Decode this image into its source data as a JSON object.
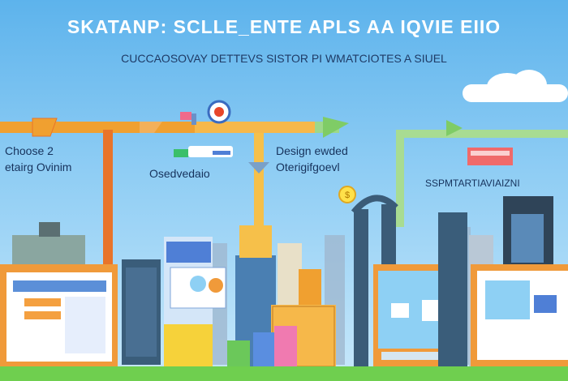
{
  "header": {
    "title": "SKATANP: SCLLE_ENTE APLS AA IQVIE EIIO",
    "subtitle": "CUCCAOSOVAY DETTEVS SISTOR PI WMATCIOTES A SIUEL"
  },
  "steps": [
    {
      "label_line1": "Choose 2",
      "label_line2": "etairg Ovinim"
    },
    {
      "label": "Osedvedaio"
    },
    {
      "label_line1": "Design ewded",
      "label_line2": "Oterigifgoevl"
    },
    {
      "label": "SSPMTARTIAVIAIZNI"
    }
  ],
  "colors": {
    "sky_top": "#5db3ec",
    "pipe_orange": "#f0a030",
    "pipe_dark_orange": "#e8742a",
    "pipe_green": "#8fd07a",
    "ground": "#6fcf4f"
  },
  "icons": [
    "cloud-icon",
    "location-pin-icon",
    "dollar-coin-icon",
    "flag-icon",
    "monitor-icon",
    "chart-icon"
  ]
}
